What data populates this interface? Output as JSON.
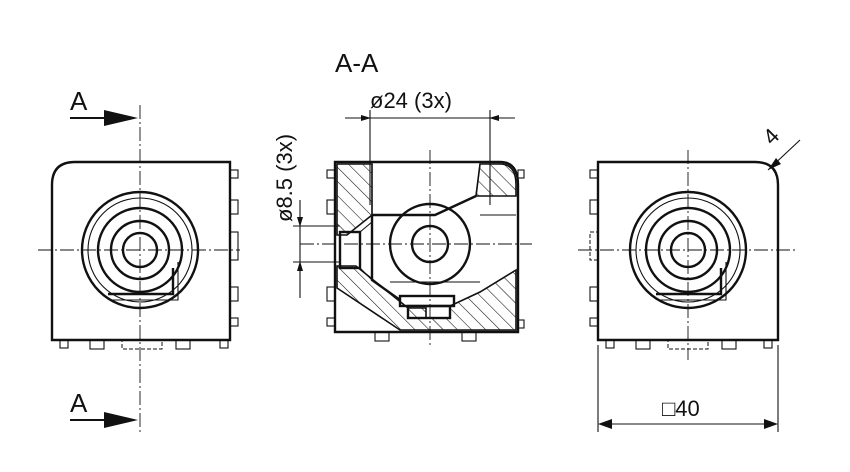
{
  "section_label": "A-A",
  "cut_marks": [
    "A",
    "A"
  ],
  "dimensions": {
    "hole_large": "ø24 (3x)",
    "hole_small": "ø8.5 (3x)",
    "size": "□40",
    "radius": "4"
  },
  "colors": {
    "line": "#111111",
    "background": "#ffffff"
  }
}
